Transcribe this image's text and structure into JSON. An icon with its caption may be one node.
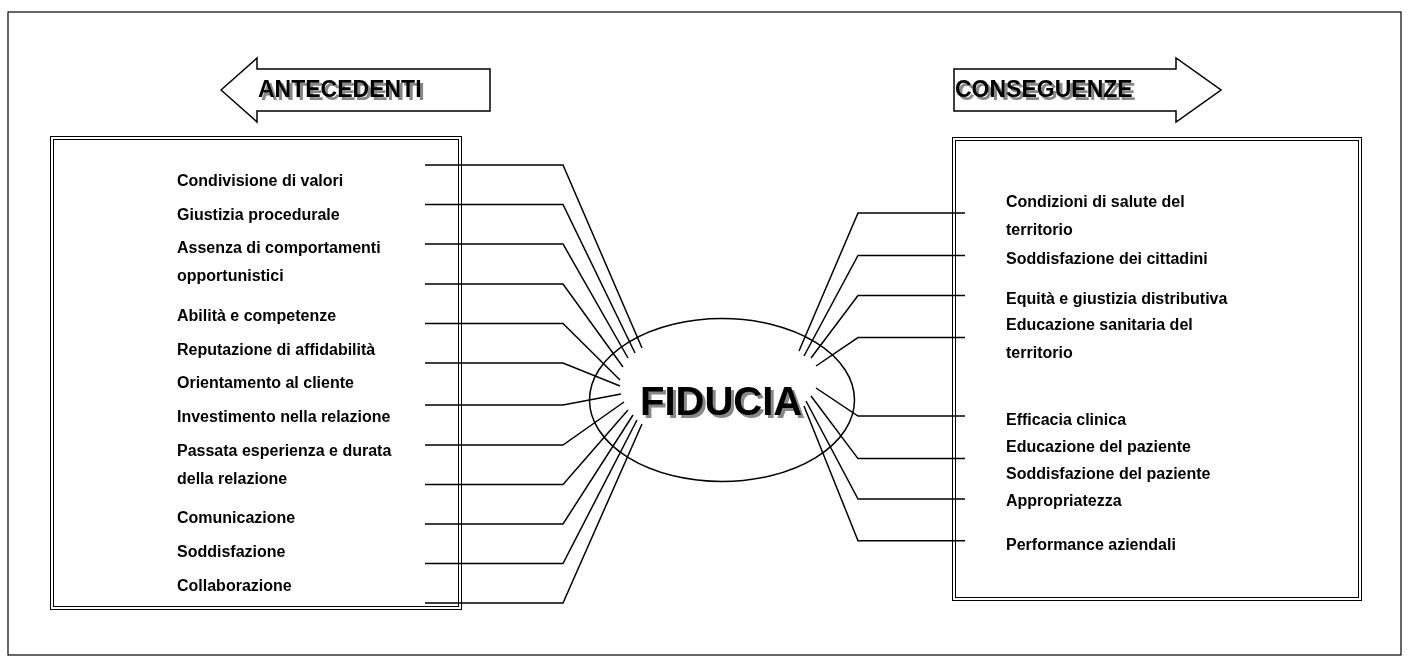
{
  "diagram": {
    "nodes": [
      {
        "text": [
          "ANTECEDENTI"
        ]
      },
      {
        "text": [
          "CONSEGUENZE"
        ]
      },
      {
        "text": [
          "Condivisione di valori",
          "Giustizia procedurale",
          "Assenza di  comportamenti opportunistici",
          "Abilità e competenze",
          "Reputazione di affidabilità",
          "Orientamento al cliente",
          "Investimento nella relazione",
          "Passata esperienza e durata della relazione",
          "Comunicazione",
          "Soddisfazione",
          "Collaborazione"
        ]
      },
      {
        "text": [
          "FIDUCIA"
        ]
      },
      {
        "text": [
          "Condizioni di salute del territorio",
          "Soddisfazione dei cittadini",
          "Equità e giustizia distributiva",
          "Educazione sanitaria del territorio",
          "Efficacia clinica",
          "Educazione del paziente",
          "Soddisfazione del paziente",
          "Appropriatezza",
          "Performance aziendali"
        ]
      }
    ],
    "edges": [
      {
        "from": 2,
        "to": 3,
        "arrow": "none"
      },
      {
        "from": 2,
        "to": 3,
        "arrow": "none"
      },
      {
        "from": 2,
        "to": 3,
        "arrow": "none"
      },
      {
        "from": 2,
        "to": 3,
        "arrow": "none"
      },
      {
        "from": 2,
        "to": 3,
        "arrow": "none"
      },
      {
        "from": 2,
        "to": 3,
        "arrow": "none"
      },
      {
        "from": 2,
        "to": 3,
        "arrow": "none"
      },
      {
        "from": 2,
        "to": 3,
        "arrow": "none"
      },
      {
        "from": 2,
        "to": 3,
        "arrow": "none"
      },
      {
        "from": 2,
        "to": 3,
        "arrow": "none"
      },
      {
        "from": 2,
        "to": 3,
        "arrow": "none"
      },
      {
        "from": 2,
        "to": 3,
        "arrow": "none"
      },
      {
        "from": 3,
        "to": 4,
        "arrow": "none"
      },
      {
        "from": 3,
        "to": 4,
        "arrow": "none"
      },
      {
        "from": 3,
        "to": 4,
        "arrow": "none"
      },
      {
        "from": 3,
        "to": 4,
        "arrow": "none"
      },
      {
        "from": 3,
        "to": 4,
        "arrow": "none"
      },
      {
        "from": 3,
        "to": 4,
        "arrow": "none"
      },
      {
        "from": 3,
        "to": 4,
        "arrow": "none"
      },
      {
        "from": 3,
        "to": 4,
        "arrow": "none"
      }
    ]
  }
}
